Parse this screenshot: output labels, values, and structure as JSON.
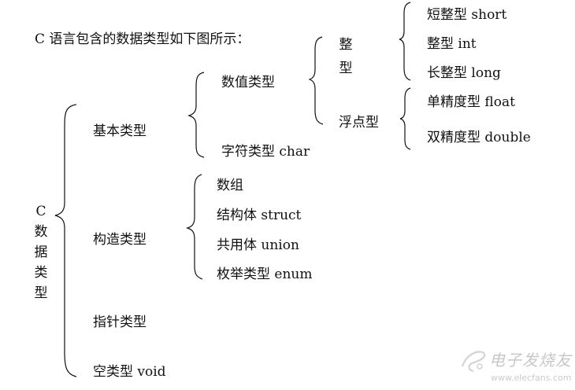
{
  "intro": "C 语言包含的数据类型如下图所示：",
  "root": [
    "C",
    "数",
    "据",
    "类",
    "型"
  ],
  "level1": {
    "basic": "基本类型",
    "construct": "构造类型",
    "pointer": "指针类型",
    "void": "空类型 void"
  },
  "basic": {
    "numeric": "数值类型",
    "char": "字符类型 char"
  },
  "numeric": {
    "integer": [
      "整",
      "型"
    ],
    "floating": "浮点型"
  },
  "integer_types": [
    "短整型 short",
    "整型 int",
    "长整型 long"
  ],
  "float_types": [
    "单精度型 float",
    "双精度型 double"
  ],
  "construct_types": [
    "数组",
    "结构体 struct",
    "共用体 union",
    "枚举类型 enum"
  ],
  "watermark": {
    "name": "电子发烧友",
    "url": "www.elecfans.com"
  }
}
